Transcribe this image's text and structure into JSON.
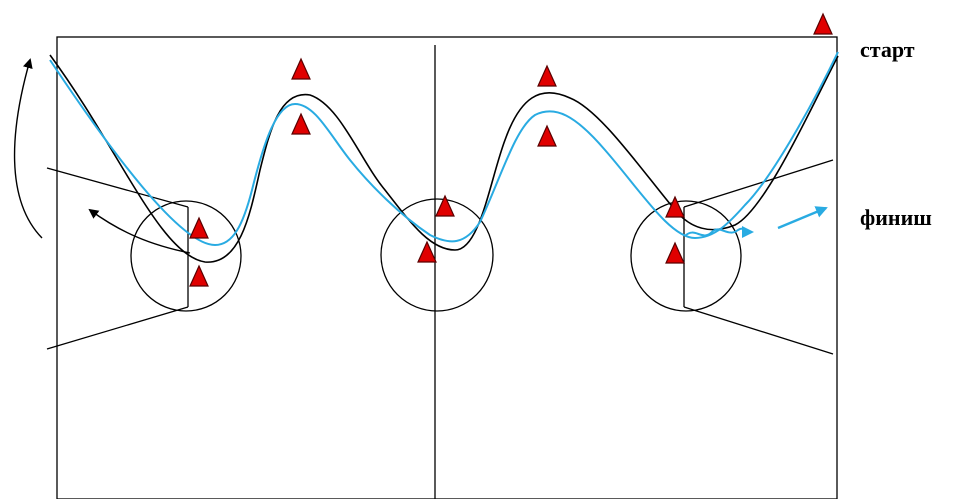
{
  "labels": {
    "start": "старт",
    "finish": "финиш"
  },
  "colors": {
    "court_lines": "#000000",
    "path_black": "#000000",
    "path_blue": "#29abe2",
    "cone_fill": "#e00000",
    "cone_stroke": "#5a0000"
  },
  "icons": {
    "cone": "triangle-cone",
    "arrow": "arrowhead"
  }
}
